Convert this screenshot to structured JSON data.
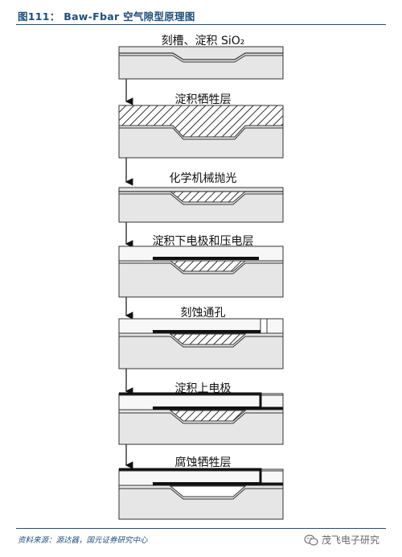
{
  "header": {
    "title": "图111：  Baw-Fbar 空气隙型原理图"
  },
  "steps": [
    {
      "label": "刻槽、淀积 SiO₂"
    },
    {
      "label": "淀积牺牲层"
    },
    {
      "label": "化学机械抛光"
    },
    {
      "label": "淀积下电极和压电层"
    },
    {
      "label": "刻蚀通孔"
    },
    {
      "label": "淀积上电极"
    },
    {
      "label": "腐蚀牺牲层"
    }
  ],
  "footer": {
    "source": "资料来源：源达器，国元证券研究中心",
    "watermark": "茂飞电子研究"
  },
  "colors": {
    "accent": "#1f4e79",
    "substrate": "#e6e6e6",
    "electrode": "#111111"
  }
}
